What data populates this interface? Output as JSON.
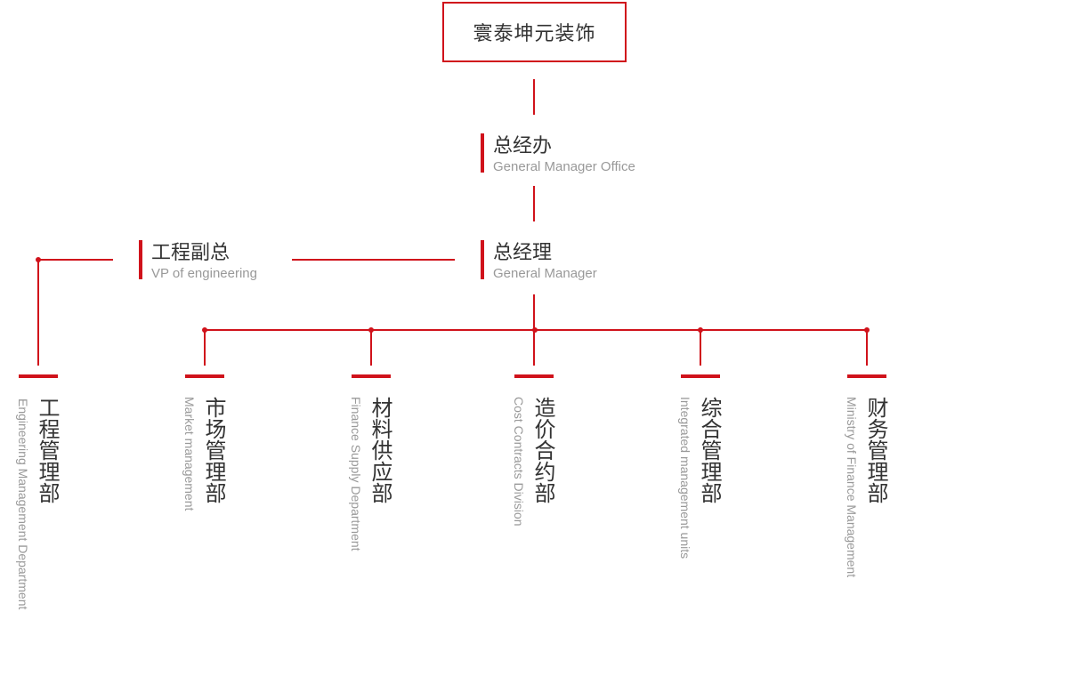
{
  "colors": {
    "accent": "#d0121b",
    "text_primary": "#333333",
    "text_secondary": "#999999",
    "background": "#ffffff"
  },
  "root": {
    "title": "寰泰坤元装饰"
  },
  "gm_office": {
    "title_zh": "总经办",
    "title_en": "General Manager Office"
  },
  "vp_engineering": {
    "title_zh": "工程副总",
    "title_en": "VP of engineering"
  },
  "general_manager": {
    "title_zh": "总经理",
    "title_en": "General Manager"
  },
  "departments": [
    {
      "zh": "工程管理部",
      "en": "Engineering Management Department"
    },
    {
      "zh": "市场管理部",
      "en": "Market management"
    },
    {
      "zh": "材料供应部",
      "en": "Finance Supply Department"
    },
    {
      "zh": "造价合约部",
      "en": "Cost Contracts Division"
    },
    {
      "zh": "综合管理部",
      "en": "Integrated management units"
    },
    {
      "zh": "财务管理部",
      "en": "Ministry of Finance Management"
    }
  ]
}
